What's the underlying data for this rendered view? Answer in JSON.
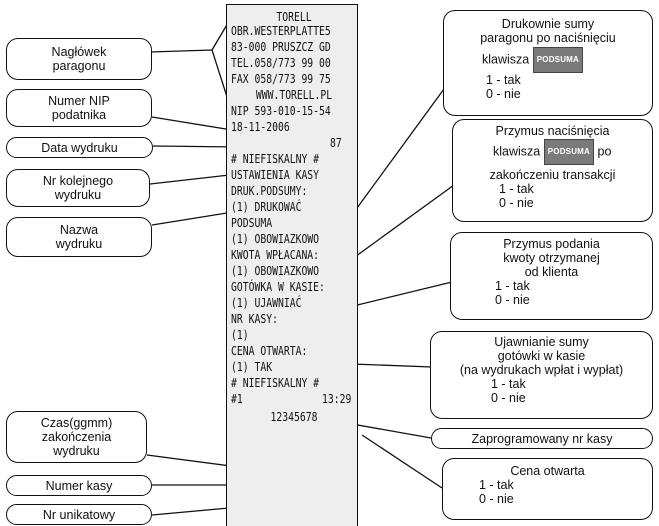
{
  "receipt": {
    "lines": [
      "TORELL",
      "OBR.WESTERPLATTE5",
      "83-000 PRUSZCZ GD",
      "TEL.058/773 99 00",
      "FAX 058/773 99 75",
      "WWW.TORELL.PL",
      "NIP 593-010-15-54",
      "18-11-2006",
      "87",
      "# NIEFISKALNY #",
      "USTAWIENIA KASY",
      "DRUK.PODSUMY:",
      "(1) DRUKOWAĆ",
      "PODSUMA",
      "(1) OBOWIAZKOWO",
      "KWOTA WPŁACANA:",
      "(1) OBOWIAZKOWO",
      "GOTÓWKA W KASIE:",
      "(1) UJAWNIAĆ",
      "NR KASY:",
      "(1)",
      "CENA OTWARTA:",
      "(1) TAK",
      "# NIEFISKALNY #",
      "#1",
      "13:29",
      "12345678"
    ]
  },
  "left_callouts": {
    "header": [
      "Nagłówek",
      "paragonu"
    ],
    "nip": [
      "Numer NIP",
      "podatnika"
    ],
    "date": [
      "Data wydruku"
    ],
    "seq": [
      "Nr kolejnego",
      "wydruku"
    ],
    "name": [
      "Nazwa",
      "wydruku"
    ],
    "time": [
      "Czas(ggmm)",
      "zakończenia",
      "wydruku"
    ],
    "register": [
      "Numer kasy"
    ],
    "unique": [
      "Nr unikatowy"
    ]
  },
  "right_callouts": {
    "print_sum": {
      "lines": [
        "Drukownie sumy",
        "paragonu po naciśnięciu"
      ],
      "key_prefix": "klawisza",
      "key": "PODSUMA",
      "options": [
        "1 - tak",
        "0 - nie"
      ]
    },
    "force_sum": {
      "lines": [
        "Przymus naciśnięcia"
      ],
      "key_prefix": "klawisza",
      "key": "PODSUMA",
      "key_suffix": "po",
      "lines2": [
        "zakończeniu transakcji"
      ],
      "options": [
        "1 - tak",
        "0 - nie"
      ]
    },
    "amount": {
      "lines": [
        "Przymus podania",
        "kwoty otrzymanej",
        "od klienta"
      ],
      "options": [
        "1 - tak",
        "0 - nie"
      ]
    },
    "cash": {
      "lines": [
        "Ujawnianie sumy",
        "gotówki w kasie",
        "(na wydrukach wpłat i wypłat)"
      ],
      "options": [
        "1 - tak",
        "0 - nie"
      ]
    },
    "register_no": {
      "lines": [
        "Zaprogramowany nr kasy"
      ]
    },
    "open_price": {
      "lines": [
        "Cena otwarta"
      ],
      "options": [
        "1 - tak",
        "0 - nie"
      ]
    }
  }
}
